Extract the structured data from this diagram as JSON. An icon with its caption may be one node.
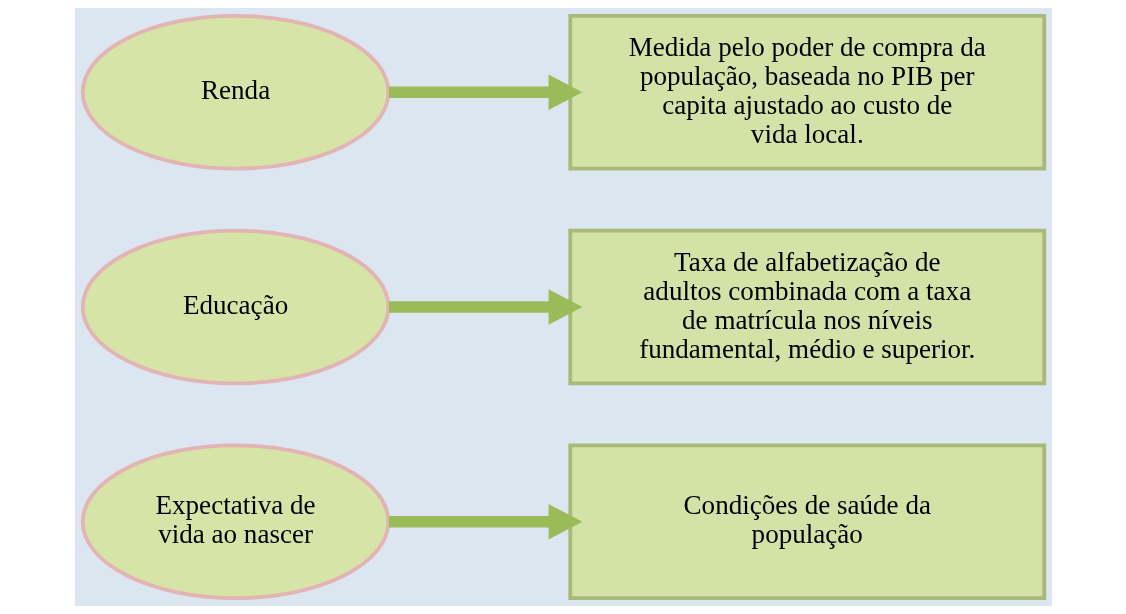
{
  "diagram": {
    "nodes": [
      {
        "text": [
          "Expectativa de vida ao nascer"
        ]
      },
      {
        "text": [
          "Condições de saúde da população"
        ]
      },
      {
        "text": [
          "Educação"
        ]
      },
      {
        "text": [
          "Taxa de alfabetização de adultos combinada com a taxa de matrícula nos níveis fundamental, médio e superior."
        ]
      },
      {
        "text": [
          "Renda"
        ]
      },
      {
        "text": [
          "Medida pelo poder de compra da população, baseada no PIB per capita ajustado ao custo de vida local."
        ]
      }
    ],
    "edges": [
      {
        "from": 0,
        "to": 1,
        "arrow": "to"
      },
      {
        "from": 2,
        "to": 3,
        "arrow": "to"
      },
      {
        "from": 4,
        "to": 5,
        "arrow": "to"
      }
    ]
  }
}
